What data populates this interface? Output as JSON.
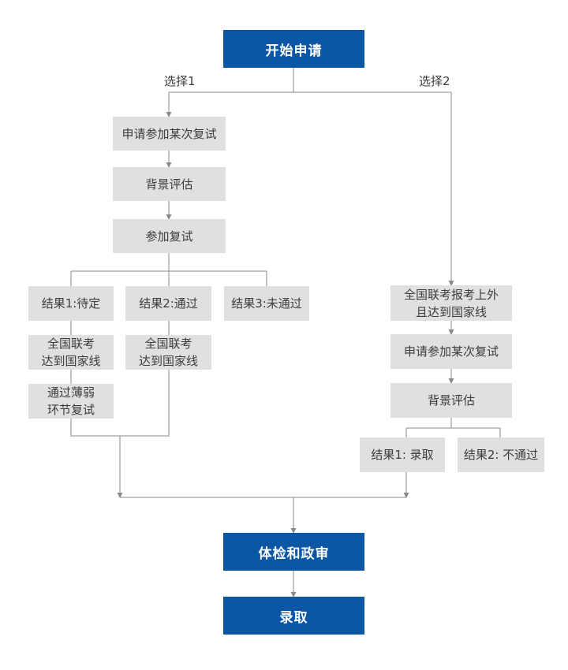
{
  "colors": {
    "primary": "#0b56a5",
    "box": "#e0e0e0",
    "line": "#8a8a8a",
    "text": "#3c3c3c"
  },
  "nodes": {
    "start": "开始申请",
    "opt1_apply": "申请参加某次复试",
    "opt1_assess": "背景评估",
    "opt1_retest": "参加复试",
    "result_pending": "结果1:待定",
    "result_pass": "结果2:通过",
    "result_fail": "结果3:未通过",
    "pending_line": "全国联考\n达到国家线",
    "pass_line": "全国联考\n达到国家线",
    "weak_retest": "通过薄弱\n环节复试",
    "opt2_line": "全国联考报考上外\n且达到国家线",
    "opt2_apply": "申请参加某次复试",
    "opt2_assess": "背景评估",
    "opt2_admit": "结果1: 录取",
    "opt2_fail": "结果2: 不通过",
    "exam": "体检和政审",
    "admit": "录取"
  },
  "labels": {
    "choice1": "选择1",
    "choice2": "选择2"
  }
}
